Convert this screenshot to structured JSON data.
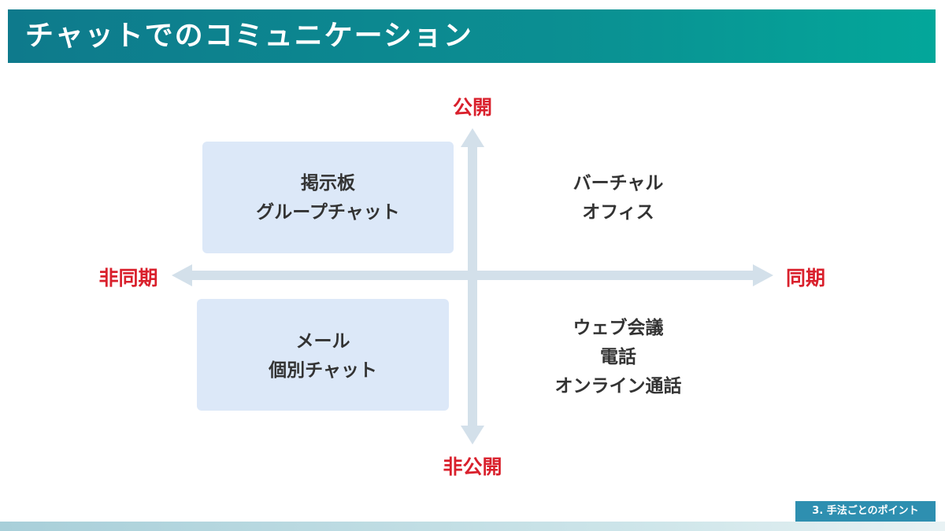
{
  "title": "チャットでのコミュニケーション",
  "axes": {
    "top": "公開",
    "bottom": "非公開",
    "left": "非同期",
    "right": "同期"
  },
  "quadrants": {
    "top_left": {
      "line1": "掲示板",
      "line2": "グループチャット"
    },
    "top_right": {
      "line1": "バーチャル",
      "line2": "オフィス"
    },
    "bottom_left": {
      "line1": "メール",
      "line2": "個別チャット"
    },
    "bottom_right": {
      "line1": "ウェブ会議",
      "line2": "電話",
      "line3": "オンライン通話"
    }
  },
  "footer": {
    "section": "3. 手法ごとのポイント"
  },
  "colors": {
    "accent_red": "#d9202c",
    "axis": "#d3e0ea",
    "box_fill": "#dce8f8",
    "title_gradient_start": "#0e7a8c",
    "title_gradient_end": "#03a79a"
  }
}
